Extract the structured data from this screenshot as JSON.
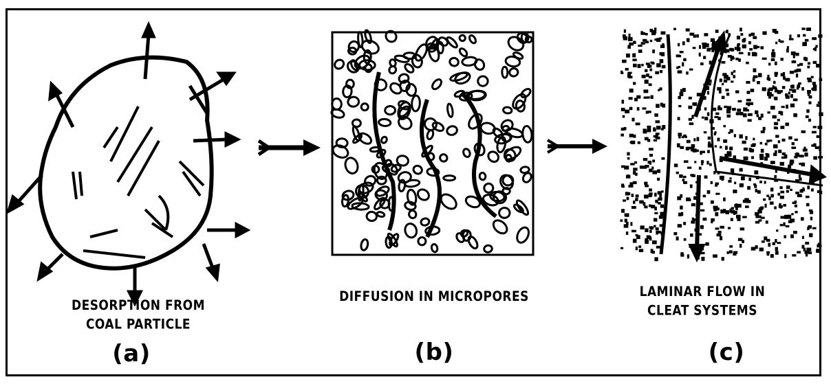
{
  "panels": [
    {
      "id": "a",
      "caption_line1": "DESORPTION FROM",
      "caption_line2": "COAL PARTICLE",
      "tag": "(a)"
    },
    {
      "id": "b",
      "caption_line1": "DIFFUSION IN MICROPORES",
      "caption_line2": "",
      "tag": "(b)"
    },
    {
      "id": "c",
      "caption_line1": "LAMINAR FLOW IN",
      "caption_line2": "CLEAT SYSTEMS",
      "tag": "(c)"
    }
  ]
}
